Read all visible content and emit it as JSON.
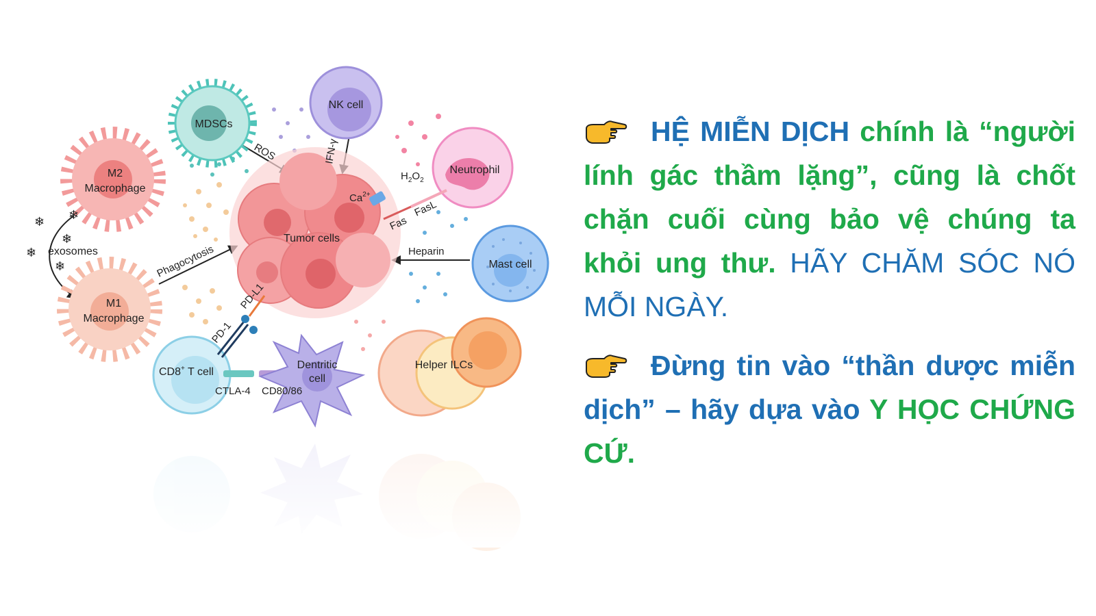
{
  "diagram": {
    "cells": {
      "mdscs": "MDSCs",
      "nk_cell": "NK cell",
      "neutrophil": "Neutrophil",
      "m2_line1": "M2",
      "m2_line2": "Macrophage",
      "m1_line1": "M1",
      "m1_line2": "Macrophage",
      "tumor": "Tumor cells",
      "mast": "Mast cell",
      "cd8_prefix": "CD8",
      "cd8_sup": "+",
      "cd8_suffix": " T cell",
      "dendritic_line1": "Dentritic",
      "dendritic_line2": "cell",
      "helper": "Helper ILCs"
    },
    "labels": {
      "ros": "ROS",
      "ifn": "IFN-γ",
      "h2o2_h": "H",
      "h2o2_2a": "2",
      "h2o2_o": "O",
      "h2o2_2b": "2",
      "ca": "Ca",
      "ca_sup": "2+",
      "fas": "Fas",
      "fasl": "FasL",
      "heparin": "Heparin",
      "exosomes": "exosomes",
      "phagocytosis": "Phagocytosis",
      "pd1": "PD-1",
      "pdl1": "PD-L1",
      "ctla4": "CTLA-4",
      "cd8086": "CD80/86"
    },
    "colors": {
      "mdscs": "#7fd0c9",
      "nk": "#b9aee6",
      "neutrophil": "#f6b5d8",
      "m2": "#f29a9a",
      "m1": "#f5b9a6",
      "tumor": "#ef8a8e",
      "mast": "#9cc6f3",
      "cd8": "#bfe6f4",
      "dendritic": "#b6aee4",
      "helper_peach": "#f7c1a6",
      "helper_yellow": "#f9e2a8",
      "helper_orange": "#f6a66b"
    }
  },
  "text_panel": {
    "icon": "pointing-hand-icon",
    "para1": {
      "part1": "HỆ MIỄN DỊCH",
      "part2": " chính là “người lính gác thầm lặng”, cũng là chốt chặn cuối cùng bảo vệ chúng ta khỏi ung thư.",
      "part3": " HÃY CHĂM SÓC NÓ MỖI NGÀY."
    },
    "para2": {
      "part1": "Đừng tin vào “thần dược miễn dịch” – hãy dựa vào",
      "part2": " Y HỌC CHỨNG CỨ."
    },
    "colors": {
      "blue": "#1f6fb4",
      "green": "#1fa94a",
      "icon_fill": "#f7b92b"
    }
  }
}
